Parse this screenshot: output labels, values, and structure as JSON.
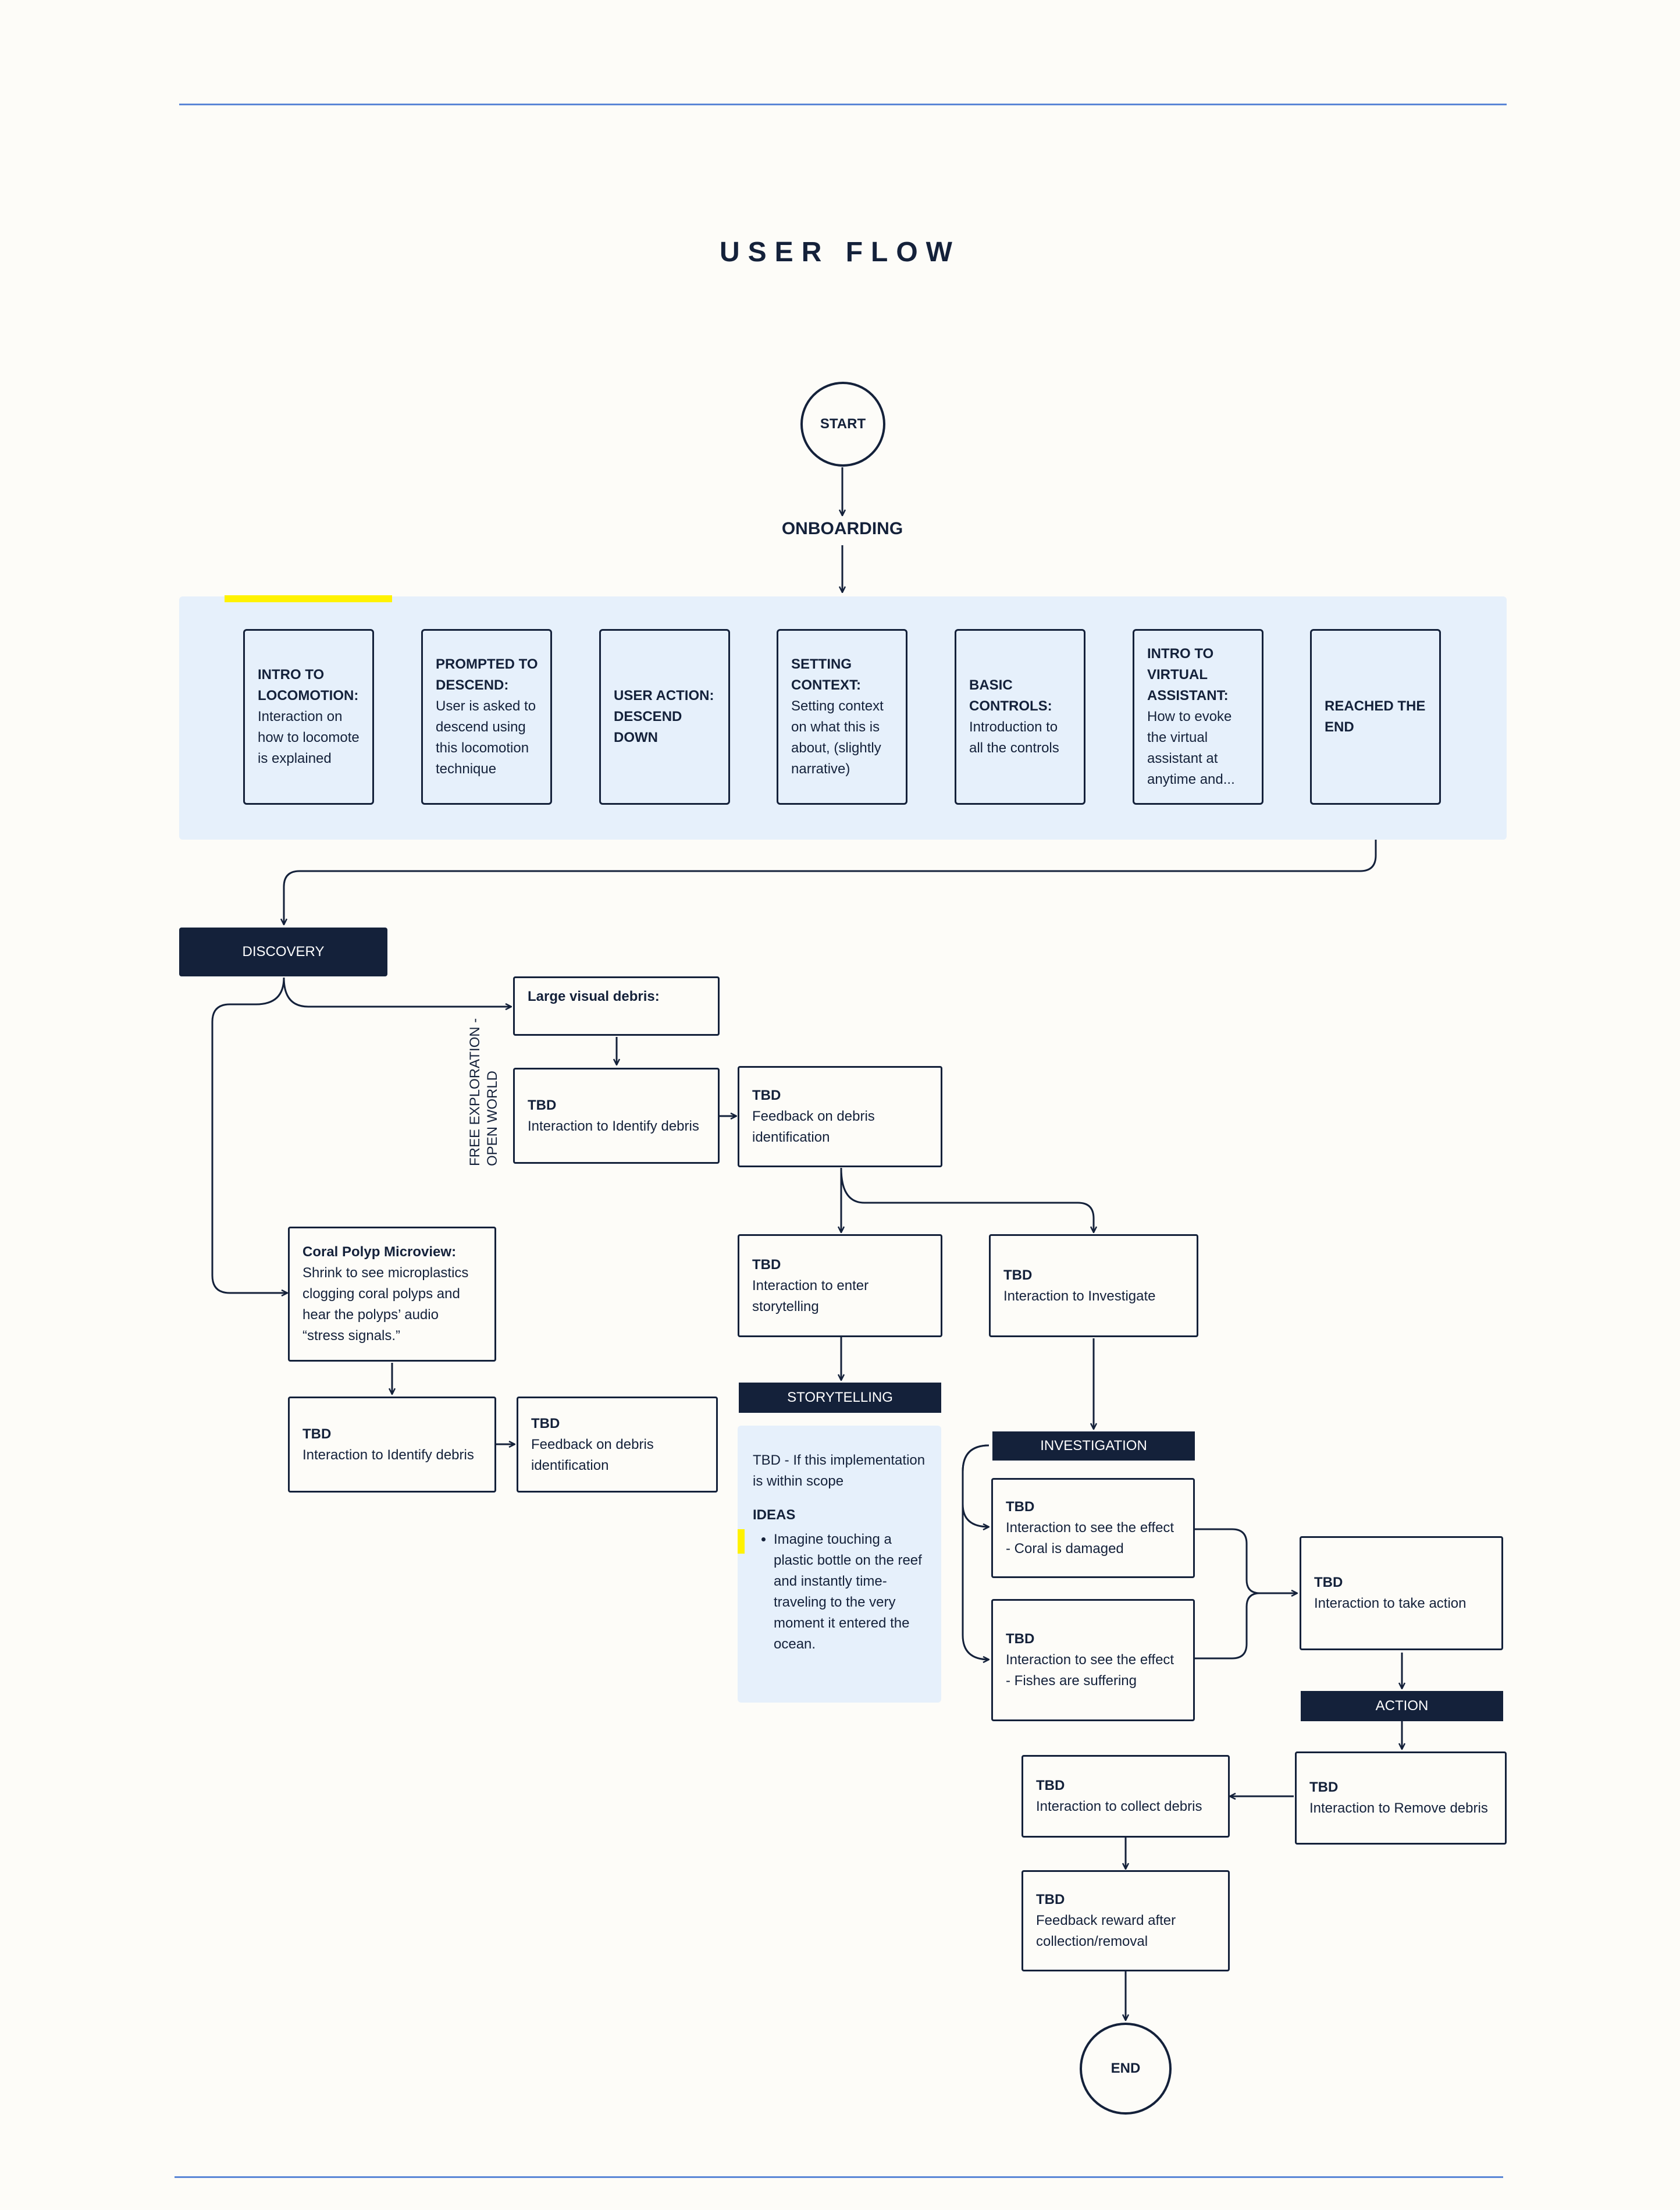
{
  "title": "USER FLOW",
  "start": "START",
  "end": "END",
  "onboarding": {
    "label": "ONBOARDING",
    "steps": [
      {
        "heading": "INTRO TO LOCOMOTION:",
        "body": "Interaction on how to locomote is explained"
      },
      {
        "heading": "PROMPTED TO DESCEND:",
        "body": "User is asked to descend using this locomotion technique"
      },
      {
        "heading": "USER ACTION: DESCEND DOWN",
        "body": ""
      },
      {
        "heading": "SETTING CONTEXT:",
        "body": "Setting context on what this is about, (slightly narrative)"
      },
      {
        "heading": "BASIC CONTROLS:",
        "body": "Introduction to all the controls"
      },
      {
        "heading": "INTRO TO VIRTUAL ASSISTANT:",
        "body": "How to evoke the virtual assistant at anytime and..."
      },
      {
        "heading": "REACHED THE END",
        "body": ""
      }
    ]
  },
  "discovery": {
    "label": "DISCOVERY",
    "side_label_1": "FREE EXPLORATION -",
    "side_label_2": "OPEN WORLD",
    "large_debris": "Large visual debris:",
    "identify_a": {
      "heading": "TBD",
      "body": "Interaction to Identify debris"
    },
    "feedback_a": {
      "heading": "TBD",
      "body": "Feedback on debris identification"
    },
    "coral": {
      "heading": "Coral Polyp Microview:",
      "body": "Shrink to see microplastics clogging coral polyps and hear the polyps’ audio “stress signals.”"
    },
    "identify_b": {
      "heading": "TBD",
      "body": "Interaction to Identify debris"
    },
    "feedback_b": {
      "heading": "TBD",
      "body": "Feedback on debris identification"
    }
  },
  "storytelling": {
    "enter": {
      "heading": "TBD",
      "body": "Interaction to enter storytelling"
    },
    "label": "STORYTELLING",
    "note": "TBD - If this implementation is within scope",
    "ideas_heading": "IDEAS",
    "ideas": [
      "Imagine touching a plastic bottle on the reef and instantly time-traveling to the very moment it entered the ocean."
    ]
  },
  "investigation": {
    "investigate": {
      "heading": "TBD",
      "body": "Interaction to Investigate"
    },
    "label": "INVESTIGATION",
    "coral_effect": {
      "heading": "TBD",
      "body": "Interaction to see the effect - Coral is damaged"
    },
    "fish_effect": {
      "heading": "TBD",
      "body": "Interaction to see the effect - Fishes are suffering"
    }
  },
  "action": {
    "take_action": {
      "heading": "TBD",
      "body": "Interaction to take action"
    },
    "label": "ACTION",
    "remove": {
      "heading": "TBD",
      "body": "Interaction to Remove debris"
    },
    "collect": {
      "heading": "TBD",
      "body": "Interaction to collect debris"
    },
    "reward": {
      "heading": "TBD",
      "body": "Feedback reward after collection/removal"
    }
  },
  "colors": {
    "ink": "#14213a",
    "panel": "#e6f0fb",
    "rule": "#5b86d6",
    "highlight": "#fff200",
    "background": "#fdfcf8"
  }
}
